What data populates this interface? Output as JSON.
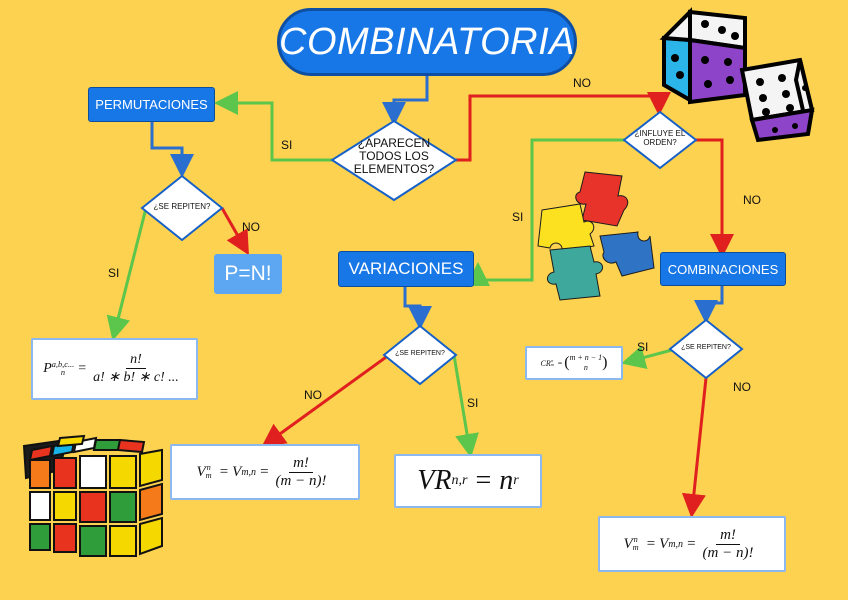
{
  "title": "COMBINATORIA",
  "nodes": {
    "permutaciones": "PERMUTACIONES",
    "variaciones": "VARIACIONES",
    "combinaciones": "COMBINACIONES",
    "p_equals_n": "P=N!"
  },
  "questions": {
    "aparecen": [
      "¿APARECEN",
      "TODOS LOS",
      "ELEMENTOS?"
    ],
    "influye": [
      "¿INFLUYE EL",
      "ORDEN?"
    ],
    "se_repiten_perm": "¿SE REPITEN?",
    "se_repiten_var": "¿SE REPITEN?",
    "se_repiten_comb": "¿SE REPITEN?"
  },
  "edge_labels": {
    "aparecen_no": "NO",
    "aparecen_si": "SI",
    "influye_no": "NO",
    "influye_si": "SI",
    "perm_si": "SI",
    "perm_no": "NO",
    "var_no": "NO",
    "var_si": "SI",
    "comb_si": "SI",
    "comb_no": "NO"
  },
  "formulas": {
    "perm_rep": {
      "lhs_base": "P",
      "lhs_sub": "n",
      "lhs_sup": "a,b,c...",
      "num": "n!",
      "den": "a! ∗ b! ∗ c! ..."
    },
    "var_norep": {
      "lhs": "V",
      "lhs_sub": "m",
      "lhs_sup": "n",
      "mid": "V",
      "mid_sub": "m,n",
      "num": "m!",
      "den": "(m − n)!"
    },
    "var_rep": {
      "base": "VR",
      "sub": "n,r",
      "rhs_base": "n",
      "rhs_sup": "r"
    },
    "comb_rep": {
      "lhs": "CR",
      "lhs_sub": "m",
      "lhs_sup": "n",
      "top": "m + n − 1",
      "bottom": "n"
    },
    "comb_norep": {
      "lhs": "V",
      "lhs_sub": "m",
      "lhs_sup": "n",
      "mid": "V",
      "mid_sub": "m,n",
      "num": "m!",
      "den": "(m − n)!"
    }
  },
  "colors": {
    "background": "#FCD250",
    "box_blue": "#1877E6",
    "arrow_blue": "#2A6FD0",
    "arrow_green": "#5CC64C",
    "arrow_red": "#E0201E"
  }
}
